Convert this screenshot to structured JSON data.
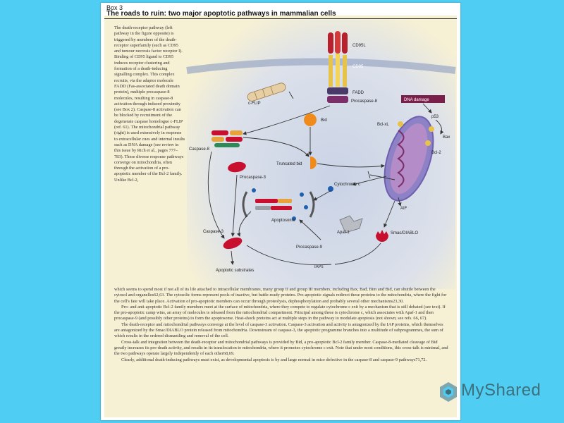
{
  "box_label": "Box 3",
  "title": "The roads to ruin: two major apoptotic pathways in mammalian cells",
  "side_text": "The death-receptor pathway (left pathway in the figure opposite) is triggered by members of the death-receptor superfamily (such as CD95 and tumour necrosis factor receptor I). Binding of CD95 ligand to CD95 induces receptor clustering and formation of a death-inducing signalling complex. This complex recruits, via the adaptor molecule FADD (Fas-associated death domain protein), multiple procaspase-8 molecules, resulting in caspase-8 activation through induced proximity (see Box 2). Caspase-8 activation can be blocked by recruitment of the degenerate caspase homologue c-FLIP (ref. 61). The mitochondrial pathway (right) is used extensively in response to extracellular cues and internal insults such as DNA damage (see review in this issue by Rich et al., pages 777–783). These diverse response pathways converge on mitochondria, often through the activation of a pro-apoptotic member of the Bcl-2 family. Unlike Bcl-2,",
  "body_paragraphs": [
    "which seems to spend most if not all of its life attached to intracellular membranes, many group II and group III members, including Bax, Bad, Bim and Bid, can shuttle between the cytosol and organelles62,63. The cytosolic forms represent pools of inactive, but battle-ready proteins. Pro-apoptotic signals redirect these proteins to the mitochondria, where the fight for the cell's fate will take place. Activation of pro-apoptotic members can occur through proteolysis, dephosphorylation and probably several other mechanisms23,30.",
    "Pro- and anti-apoptotic Bcl-2 family members meet at the surface of mitochondria, where they compete to regulate cytochrome c exit by a mechanism that is still debated (see text). If the pro-apoptotic camp wins, an array of molecules is released from the mitochondrial compartment. Principal among these is cytochrome c, which associates with Apaf-1 and then procaspase-9 (and possibly other proteins) to form the apoptosome. Heat-shock proteins act at multiple steps in the pathway to modulate apoptosis (not shown; see refs. 66, 67).",
    "The death-receptor and mitochondrial pathways converge at the level of caspase-3 activation. Caspase-3 activation and activity is antagonized by the IAP proteins, which themselves are antagonized by the Smac/DIABLO protein released from mitochondria. Downstream of caspase-3, the apoptotic programme branches into a multitude of subprogrammes, the sum of which results in the ordered dismantling and removal of the cell.",
    "Cross-talk and integration between the death-receptor and mitochondrial pathways is provided by Bid, a pro-apoptotic Bcl-2 family member. Caspase-8-mediated cleavage of Bid greatly increases its pro-death activity, and results in its translocation to mitochondria, where it promotes cytochrome c exit. Note that under most conditions, this cross-talk is minimal, and the two pathways operate largely independently of each other68,69.",
    "Clearly, additional death-inducing pathways must exist, as developmental apoptosis is by and large normal in mice defective in the caspase-8 and caspase-9 pathways71,72."
  ],
  "diagram_labels": {
    "cd95l": "CD95L",
    "cd95": "CD95",
    "fadd": "FADD",
    "procaspase8": "Procaspase-8",
    "cflip": "c-FLIP",
    "dna_damage": "DNA damage",
    "p53": "p53",
    "bax": "Bax",
    "bid": "Bid",
    "bclxl": "Bcl-xL",
    "bcl2": "Bcl-2",
    "caspase8": "Caspase-8",
    "truncated_bid": "Truncated bid",
    "procaspase3": "Procaspase-3",
    "cytochrome_c": "Cytochrome c",
    "aif": "AIF",
    "apoptosome": "Apoptosome",
    "caspase3": "Caspase-3",
    "apaf1": "Apaf-1",
    "smac": "Smac/DIABLO",
    "procaspase9": "Procaspase-9",
    "iaps": "IAPs",
    "apoptotic_substrates": "Apoptotic substrates"
  },
  "logo_text": "MyShared",
  "colors": {
    "background": "#4FCDF2",
    "panel": "#F6F0D4",
    "caspase_red": "#C8102E",
    "dna_damage_box": "#7A1F4A",
    "bid_orange": "#F08A1A",
    "logo": "#3E6F7C"
  }
}
